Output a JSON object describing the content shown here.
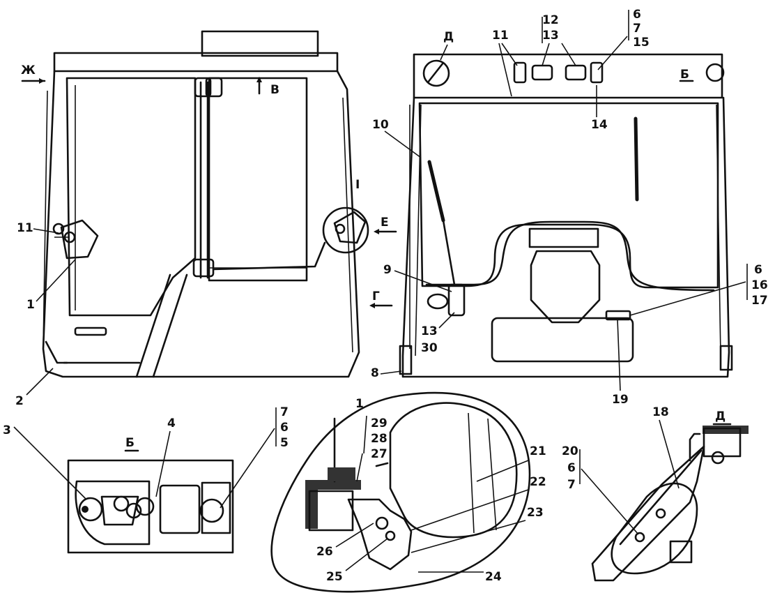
{
  "colors": {
    "ink": "#111111",
    "paper": "#ffffff"
  },
  "view_markers": {
    "zh": "Ж",
    "v": "В",
    "e": "Е",
    "g": "Г",
    "d_top": "Д",
    "b_top": "Б",
    "b_detail": "Б",
    "d_detail": "Д",
    "detail_i_top": "I",
    "detail_i_label": "1"
  },
  "callouts": {
    "front_11": "11",
    "front_1": "1",
    "front_2": "2",
    "rear_11": "11",
    "rear_12": "12",
    "rear_13_top": "13",
    "rear_6_top": "6",
    "rear_7_top": "7",
    "rear_15": "15",
    "rear_14": "14",
    "rear_10": "10",
    "rear_9": "9",
    "rear_13_bottom": "13",
    "rear_30": "30",
    "rear_8": "8",
    "rear_6_right": "6",
    "rear_16": "16",
    "rear_17": "17",
    "rear_19": "19",
    "b_3": "3",
    "b_4": "4",
    "b_7": "7",
    "b_6": "6",
    "b_5": "5",
    "i_29": "29",
    "i_28": "28",
    "i_27": "27",
    "i_21": "21",
    "i_22": "22",
    "i_23": "23",
    "i_24": "24",
    "i_25": "25",
    "i_26": "26",
    "d_18": "18",
    "d_20": "20",
    "d_6": "6",
    "d_7": "7"
  }
}
